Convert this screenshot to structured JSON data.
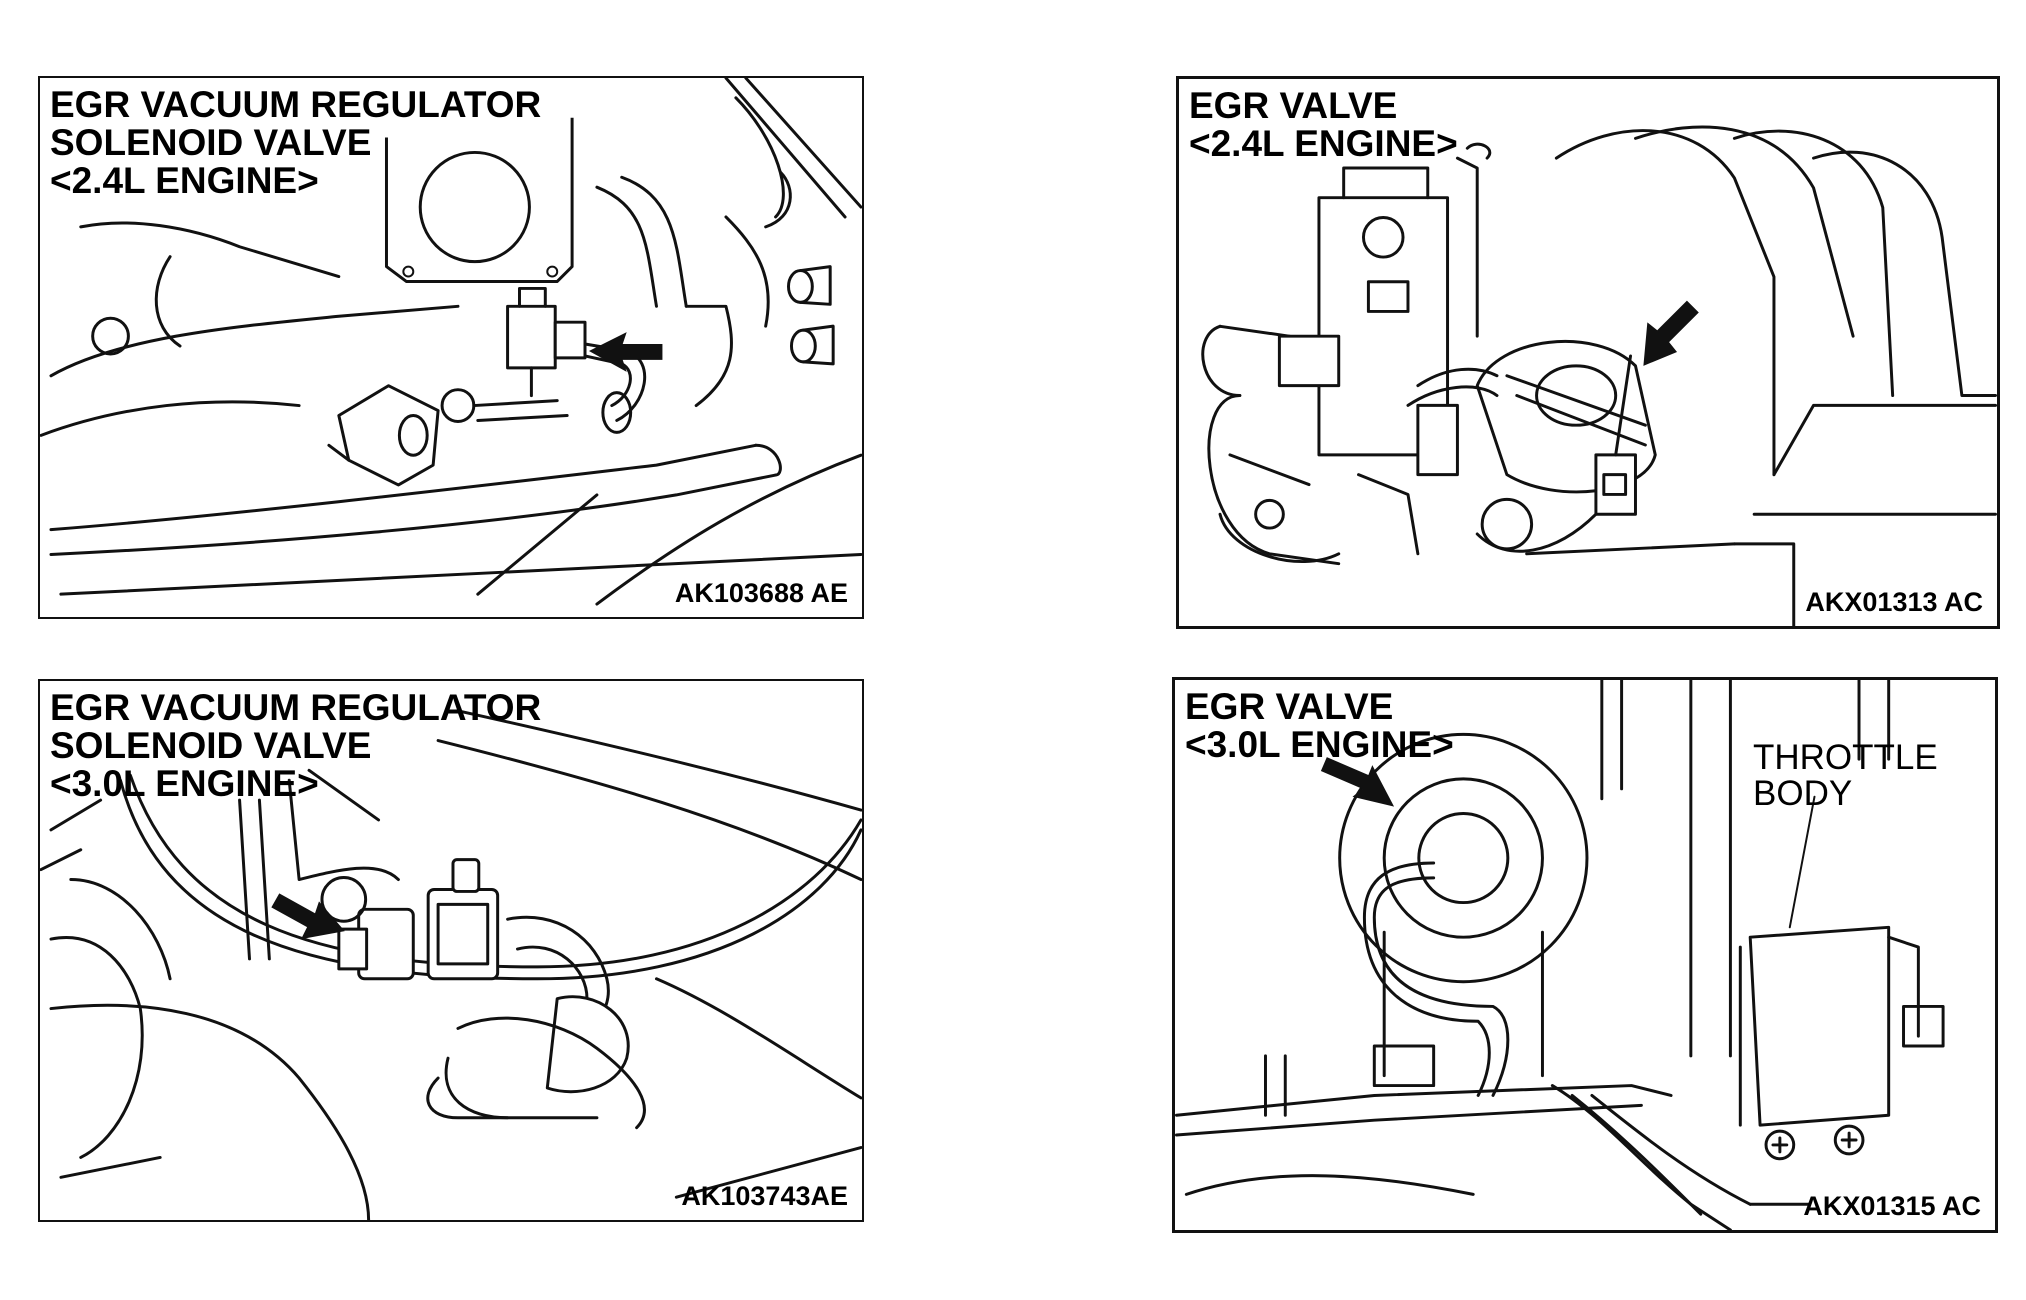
{
  "panels": [
    {
      "title_lines": [
        "EGR VACUUM REGULATOR",
        "SOLENOID VALVE",
        "<2.4L ENGINE>"
      ],
      "code": "AK103688 AE"
    },
    {
      "title_lines": [
        "EGR VALVE",
        "<2.4L ENGINE>"
      ],
      "code": "AKX01313 AC"
    },
    {
      "title_lines": [
        "EGR VACUUM REGULATOR",
        "SOLENOID VALVE",
        "<3.0L ENGINE>"
      ],
      "code": "AK103743AE"
    },
    {
      "title_lines": [
        "EGR VALVE",
        "<3.0L ENGINE>"
      ],
      "callout_lines": [
        "THROTTLE",
        "BODY"
      ],
      "code": "AKX01315 AC"
    }
  ],
  "icons": {
    "arrow": "pointer-arrow-icon"
  }
}
